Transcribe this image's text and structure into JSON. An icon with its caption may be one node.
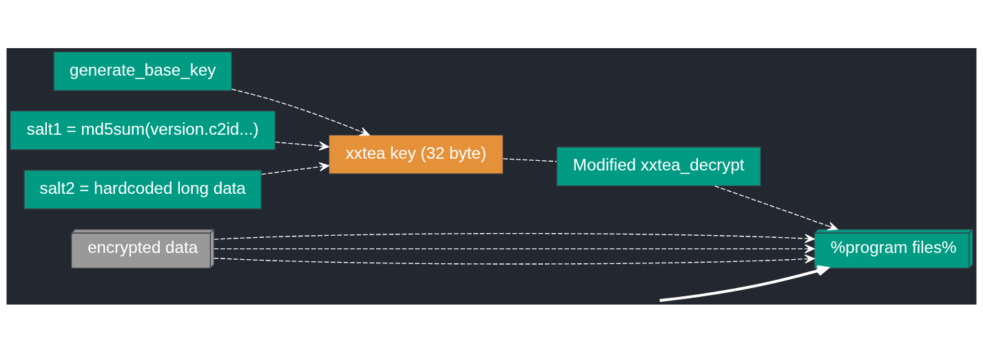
{
  "diagram": {
    "nodes": [
      {
        "text": [
          "generate_base_key"
        ]
      },
      {
        "text": [
          "salt1 = md5sum(version.c2id...)"
        ]
      },
      {
        "text": [
          "salt2 = hardcoded long data"
        ]
      },
      {
        "text": [
          "xxtea key (32 byte)"
        ]
      },
      {
        "text": [
          "Modified xxtea_decrypt"
        ]
      },
      {
        "text": [
          "encrypted data"
        ]
      },
      {
        "text": [
          "%program files%"
        ]
      }
    ],
    "edges": [
      {
        "from": 0,
        "to": 3,
        "arrow": "to",
        "style": "dashed"
      },
      {
        "from": 1,
        "to": 3,
        "arrow": "to",
        "style": "dashed"
      },
      {
        "from": 2,
        "to": 3,
        "arrow": "to",
        "style": "dashed"
      },
      {
        "from": 3,
        "to": 4,
        "arrow": "none",
        "style": "dashed"
      },
      {
        "from": 5,
        "to": 6,
        "arrow": "to",
        "style": "dashed"
      },
      {
        "from": 5,
        "to": 6,
        "arrow": "to",
        "style": "dashed"
      },
      {
        "from": 5,
        "to": 6,
        "arrow": "to",
        "style": "dashed"
      },
      {
        "from": 4,
        "to": 6,
        "arrow": "to",
        "style": "dashed"
      },
      {
        "from": null,
        "to": 6,
        "arrow": "to",
        "style": "thick"
      }
    ]
  }
}
